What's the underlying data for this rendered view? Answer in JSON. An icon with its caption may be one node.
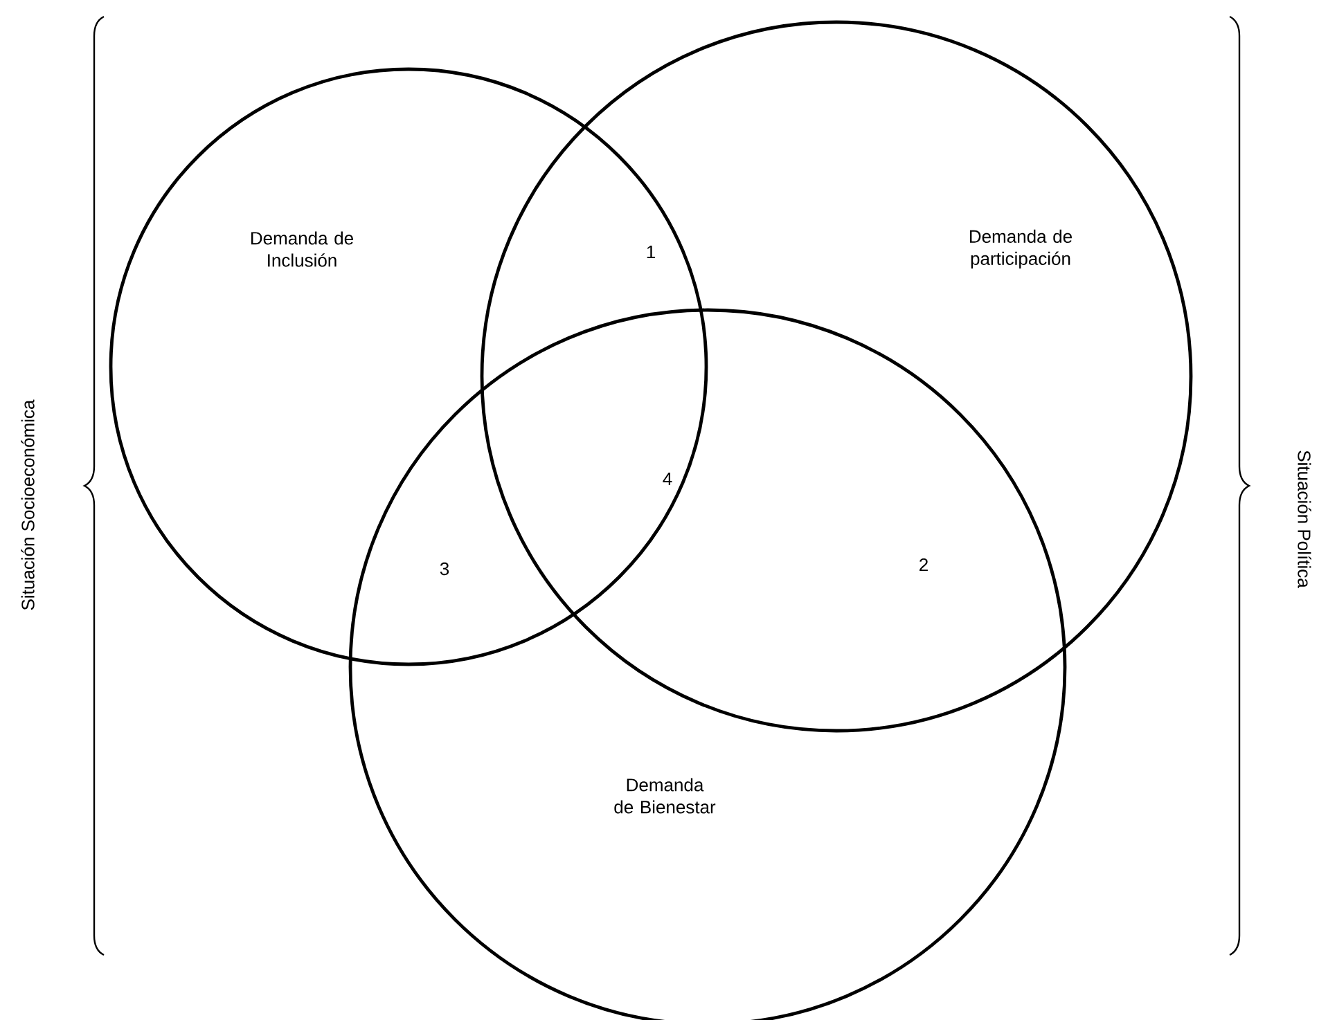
{
  "diagram": {
    "nodes": [
      {
        "text": [
          "Demanda de Inclusión"
        ]
      },
      {
        "text": [
          "Demanda de participación"
        ]
      },
      {
        "text": [
          "Demanda de Bienestar"
        ]
      }
    ],
    "labels": [
      "1",
      "4",
      "3",
      "2",
      "Situación Socioeconómica",
      "Situación Política"
    ]
  }
}
